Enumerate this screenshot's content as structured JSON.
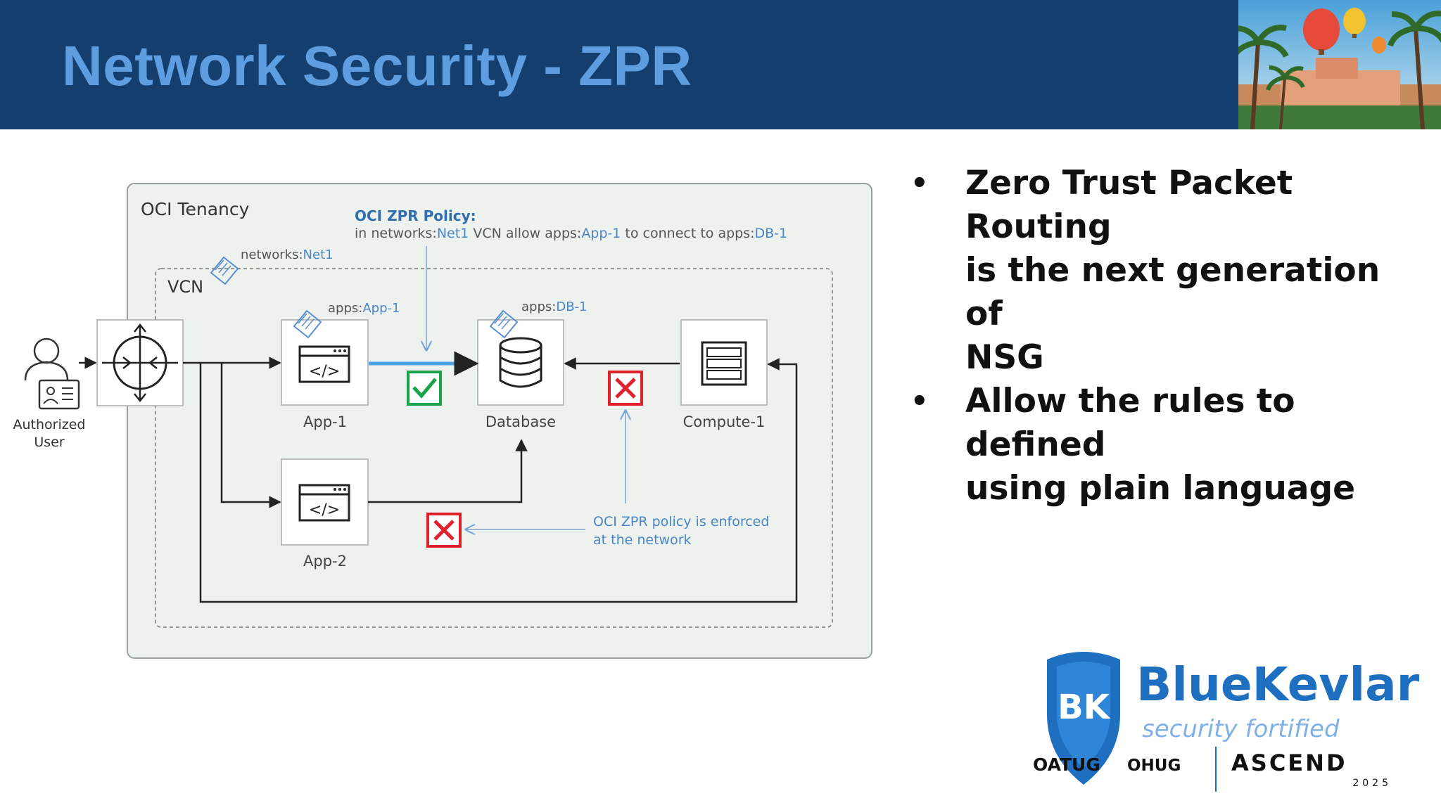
{
  "slide": {
    "title": "Network Security - ZPR"
  },
  "diagram": {
    "tenancy_label": "OCI Tenancy",
    "policy_title": "OCI ZPR Policy:",
    "policy_text": {
      "p1": "in networks:",
      "p2": "Net1",
      "p3": " VCN allow apps:",
      "p4": "App-1",
      "p5": " to connect to apps:",
      "p6": "DB-1"
    },
    "network_tag": {
      "prefix": "networks:",
      "value": "Net1"
    },
    "vcn_label": "VCN",
    "app1_tag": {
      "prefix": "apps:",
      "value": "App-1"
    },
    "db_tag": {
      "prefix": "apps:",
      "value": "DB-1"
    },
    "user_label_line1": "Authorized",
    "user_label_line2": "User",
    "app1_label": "App-1",
    "database_label": "Database",
    "compute_label": "Compute-1",
    "app2_label": "App-2",
    "enforced_line1": "OCI ZPR policy is enforced",
    "enforced_line2": "at the network",
    "colors": {
      "allow": "#1aa34a",
      "deny": "#e0202a",
      "accent": "#4a86c8"
    }
  },
  "bullets": [
    {
      "line1": "Zero Trust Packet Routing",
      "line2": "is the next generation of",
      "line3": "NSG"
    },
    {
      "line1": "Allow the rules to defined",
      "line2": "using plain language"
    }
  ],
  "logo": {
    "badge": "BK",
    "brand": "BlueKevlar",
    "tagline": "security fortified",
    "partner1": "OATUG",
    "partner2": "OHUG",
    "partner3": "ASCEND",
    "year": "2025"
  }
}
